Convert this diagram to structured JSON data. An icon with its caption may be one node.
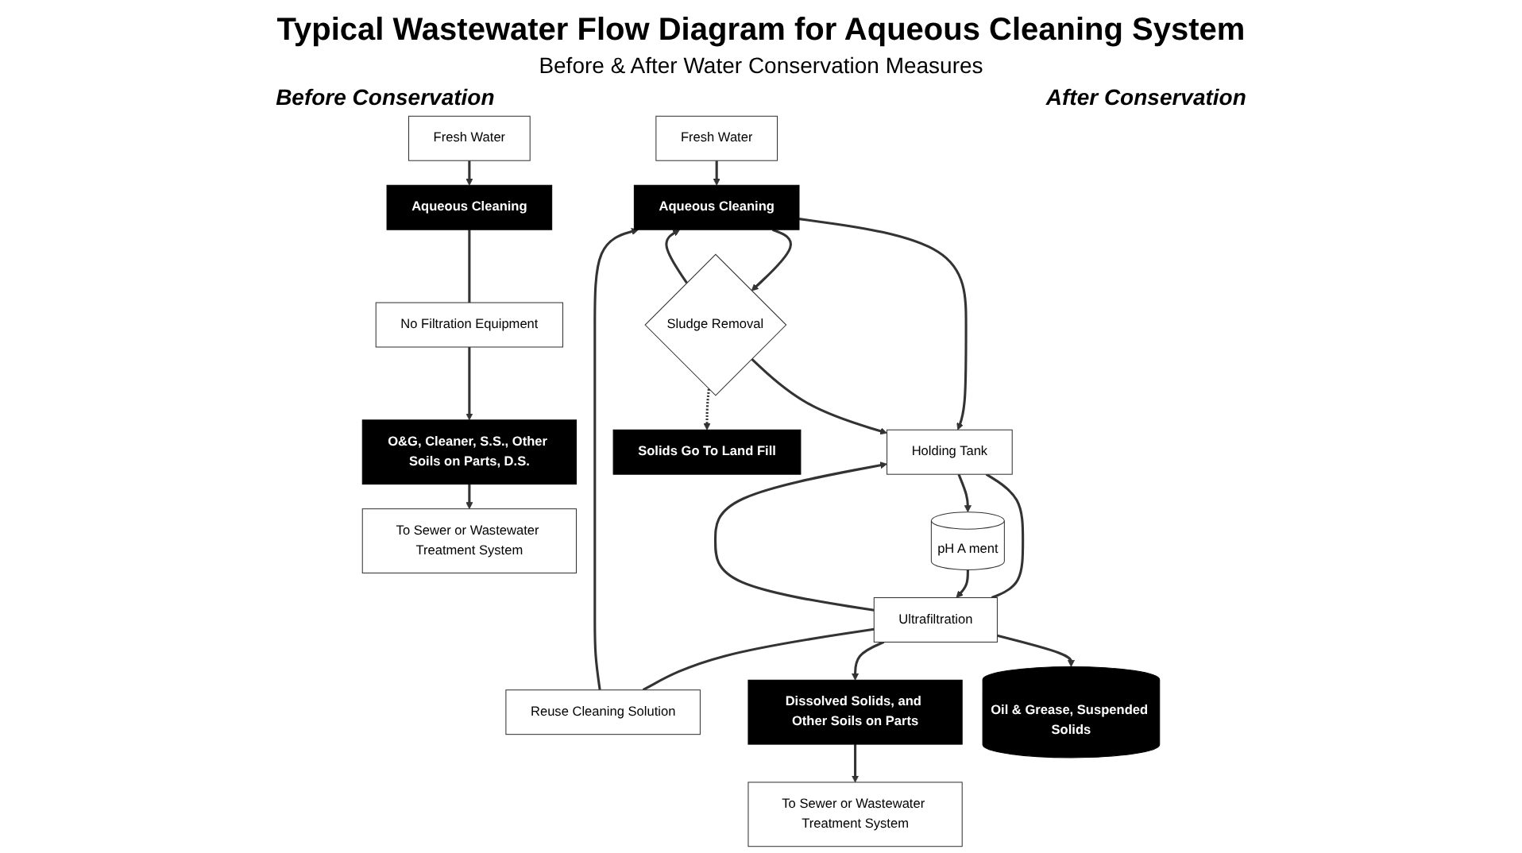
{
  "diagram": {
    "title": "Typical Wastewater Flow Diagram for Aqueous Cleaning System",
    "caption": "Before & After Water Conservation Measures",
    "nodes": [
      {
        "text": [
          "Fresh Water"
        ]
      },
      {
        "text": [
          "Aqueous Cleaning"
        ]
      },
      {
        "text": [
          "No Filtration Equipment"
        ]
      },
      {
        "text": [
          "O&G, Cleaner, S.S., Other Soils on Parts, D.S."
        ]
      },
      {
        "text": [
          "To Sewer or Wastewater Treatment System"
        ]
      },
      {
        "text": [
          "Fresh Water"
        ]
      },
      {
        "text": [
          "Aqueous Cleaning"
        ]
      },
      {
        "text": [
          "Sludge Removal"
        ]
      },
      {
        "text": [
          "Holding Tank"
        ]
      },
      {
        "text": [
          "Reuse Cleaning Solution"
        ]
      },
      {
        "text": [
          "pH A ment"
        ]
      },
      {
        "text": [
          "Ultrafiltration"
        ]
      },
      {
        "text": [
          "Solids Go To Land Fill"
        ]
      },
      {
        "text": [
          "Dissolved Solids, and Other Soils on Parts"
        ]
      },
      {
        "text": [
          "Oil & Grease, Suspended Solids"
        ]
      },
      {
        "text": [
          "To Sewer or Wastewater Treatment System"
        ]
      }
    ],
    "edges": [
      {
        "from": 0,
        "to": 1,
        "arrow": "to"
      },
      {
        "from": 1,
        "to": 2,
        "arrow": "none"
      },
      {
        "from": 2,
        "to": 3,
        "arrow": "to"
      },
      {
        "from": 3,
        "to": 4,
        "arrow": "to"
      },
      {
        "from": 5,
        "to": 6,
        "arrow": "to"
      },
      {
        "from": 6,
        "to": 7,
        "arrow": "to"
      },
      {
        "from": 6,
        "to": 8,
        "arrow": "to"
      },
      {
        "from": 7,
        "to": 6,
        "arrow": "to"
      },
      {
        "from": 7,
        "to": 8,
        "arrow": "to"
      },
      {
        "from": 8,
        "to": 10,
        "arrow": "to"
      },
      {
        "from": 8,
        "to": 11,
        "arrow": "none"
      },
      {
        "from": 10,
        "to": 11,
        "arrow": "to"
      },
      {
        "from": 11,
        "to": 9,
        "arrow": "none"
      },
      {
        "from": 9,
        "to": 6,
        "arrow": "to"
      },
      {
        "from": 11,
        "to": 8,
        "arrow": "to"
      },
      {
        "from": 7,
        "to": 12,
        "arrow": "to",
        "style": "dashed"
      },
      {
        "from": 11,
        "to": 13,
        "arrow": "to"
      },
      {
        "from": 11,
        "to": 14,
        "arrow": "to"
      },
      {
        "from": 13,
        "to": 15,
        "arrow": "to"
      }
    ],
    "labels": [
      "Before Conservation",
      "After Conservation"
    ]
  }
}
